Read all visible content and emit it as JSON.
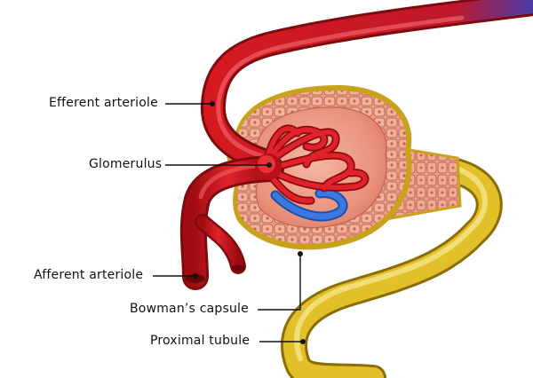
{
  "labels": {
    "efferent": "Efferent arteriole",
    "glomerulus": "Glomerulus",
    "afferent": "Afferent arteriole",
    "bowman": "Bowman’s capsule",
    "proximal": "Proximal tubule"
  },
  "colors": {
    "artery": "#d7141a",
    "artery_dark": "#8e0a10",
    "vein": "#2a6ad0",
    "tubule": "#d9b51c",
    "capsule": "#e8907a",
    "cell_border": "#b85a47",
    "leader_line": "#111111",
    "marker": "#111111"
  }
}
